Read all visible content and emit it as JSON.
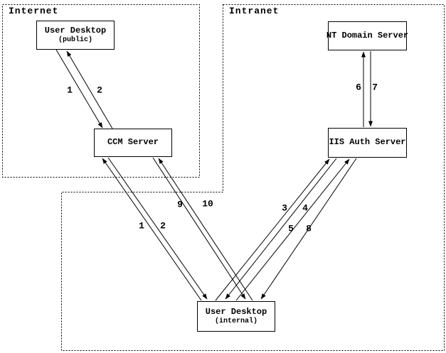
{
  "zones": {
    "internet": {
      "label": "Internet"
    },
    "intranet": {
      "label": "Intranet"
    }
  },
  "nodes": {
    "user_desktop_public": {
      "title": "User Desktop",
      "subtitle": "(public)"
    },
    "nt_domain_server": {
      "title": "NT Domain Server"
    },
    "ccm_server": {
      "title": "CCM Server"
    },
    "iis_auth_server": {
      "title": "IIS Auth Server"
    },
    "user_desktop_internal": {
      "title": "User Desktop",
      "subtitle": "(internal)"
    }
  },
  "edges": [
    {
      "label": "1",
      "from": "user_desktop_public",
      "to": "ccm_server"
    },
    {
      "label": "2",
      "from": "ccm_server",
      "to": "user_desktop_public"
    },
    {
      "label": "1",
      "from": "user_desktop_internal",
      "to": "ccm_server"
    },
    {
      "label": "2",
      "from": "ccm_server",
      "to": "user_desktop_internal"
    },
    {
      "label": "9",
      "from": "ccm_server",
      "to": "user_desktop_internal"
    },
    {
      "label": "10",
      "from": "user_desktop_internal",
      "to": "ccm_server"
    },
    {
      "label": "3",
      "from": "user_desktop_internal",
      "to": "iis_auth_server"
    },
    {
      "label": "4",
      "from": "iis_auth_server",
      "to": "user_desktop_internal"
    },
    {
      "label": "5",
      "from": "user_desktop_internal",
      "to": "iis_auth_server"
    },
    {
      "label": "8",
      "from": "iis_auth_server",
      "to": "user_desktop_internal"
    },
    {
      "label": "6",
      "from": "iis_auth_server",
      "to": "nt_domain_server"
    },
    {
      "label": "7",
      "from": "nt_domain_server",
      "to": "iis_auth_server"
    }
  ],
  "colors": {
    "line": "#000000",
    "background": "#ffffff",
    "box_border": "#000000"
  }
}
